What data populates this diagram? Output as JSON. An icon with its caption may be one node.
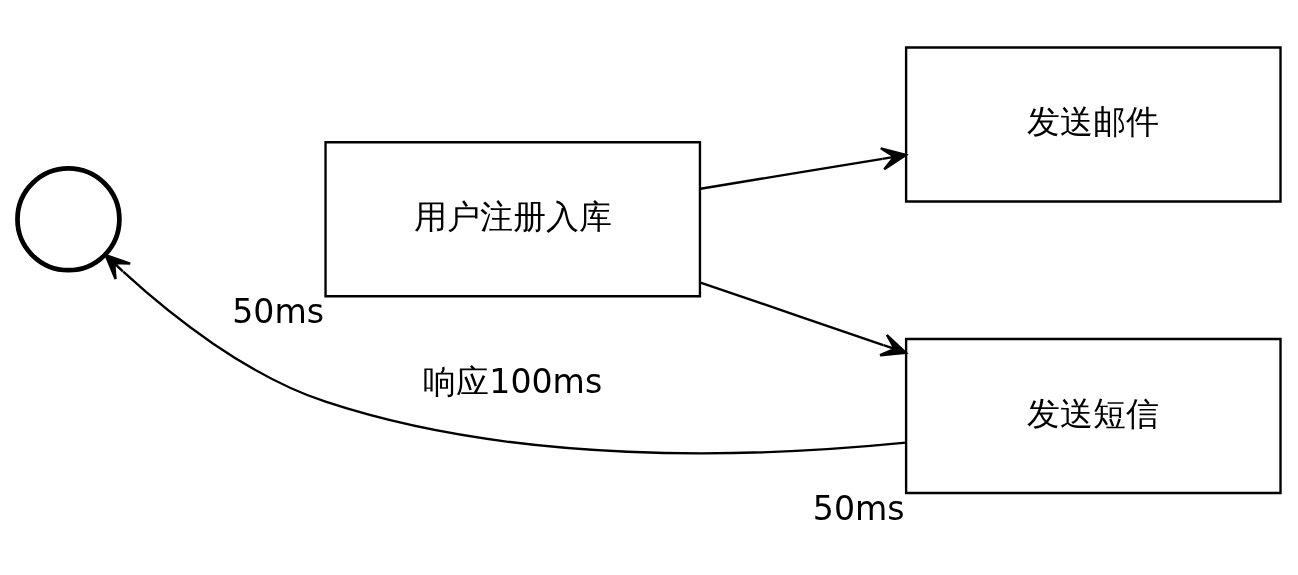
{
  "diagram": {
    "nodes": [
      {
        "text": [],
        "shape": "person"
      },
      {
        "text": [
          "用户注册入库"
        ],
        "beside": [
          "50ms"
        ]
      },
      {
        "text": [
          "发送邮件"
        ]
      },
      {
        "text": [
          "发送短信"
        ],
        "beside": [
          "50ms"
        ]
      }
    ],
    "edges": [
      {
        "from": 1,
        "to": 2,
        "arrow": "to"
      },
      {
        "from": 1,
        "to": 3,
        "arrow": "to"
      },
      {
        "from": 3,
        "to": 0,
        "arrow": "to",
        "label": "响应100ms"
      }
    ]
  }
}
